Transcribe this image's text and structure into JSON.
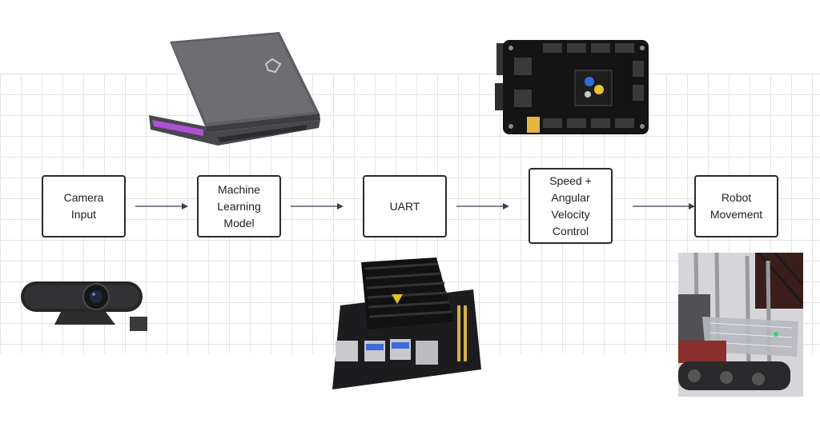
{
  "nodes": [
    {
      "id": "camera",
      "label": "Camera\nInput"
    },
    {
      "id": "model",
      "label": "Machine\nLearning\nModel"
    },
    {
      "id": "uart",
      "label": "UART"
    },
    {
      "id": "control",
      "label": "Speed +\nAngular\nVelocity\nControl"
    },
    {
      "id": "robot",
      "label": "Robot\nMovement"
    }
  ],
  "edges": [
    {
      "from": "camera",
      "to": "model"
    },
    {
      "from": "model",
      "to": "uart"
    },
    {
      "from": "uart",
      "to": "control"
    },
    {
      "from": "control",
      "to": "robot"
    }
  ],
  "images": [
    {
      "name": "laptop-image",
      "depicts": "gaming laptop"
    },
    {
      "name": "motor-controller-board-image",
      "depicts": "motor controller board"
    },
    {
      "name": "webcam-image",
      "depicts": "conference webcam"
    },
    {
      "name": "jetson-board-image",
      "depicts": "single-board computer with heatsink"
    },
    {
      "name": "robot-photo",
      "depicts": "robot chassis"
    }
  ],
  "colors": {
    "box_border": "#2b2b2b",
    "arrow": "#3a3f4e",
    "grid": "#e4e4e4"
  }
}
